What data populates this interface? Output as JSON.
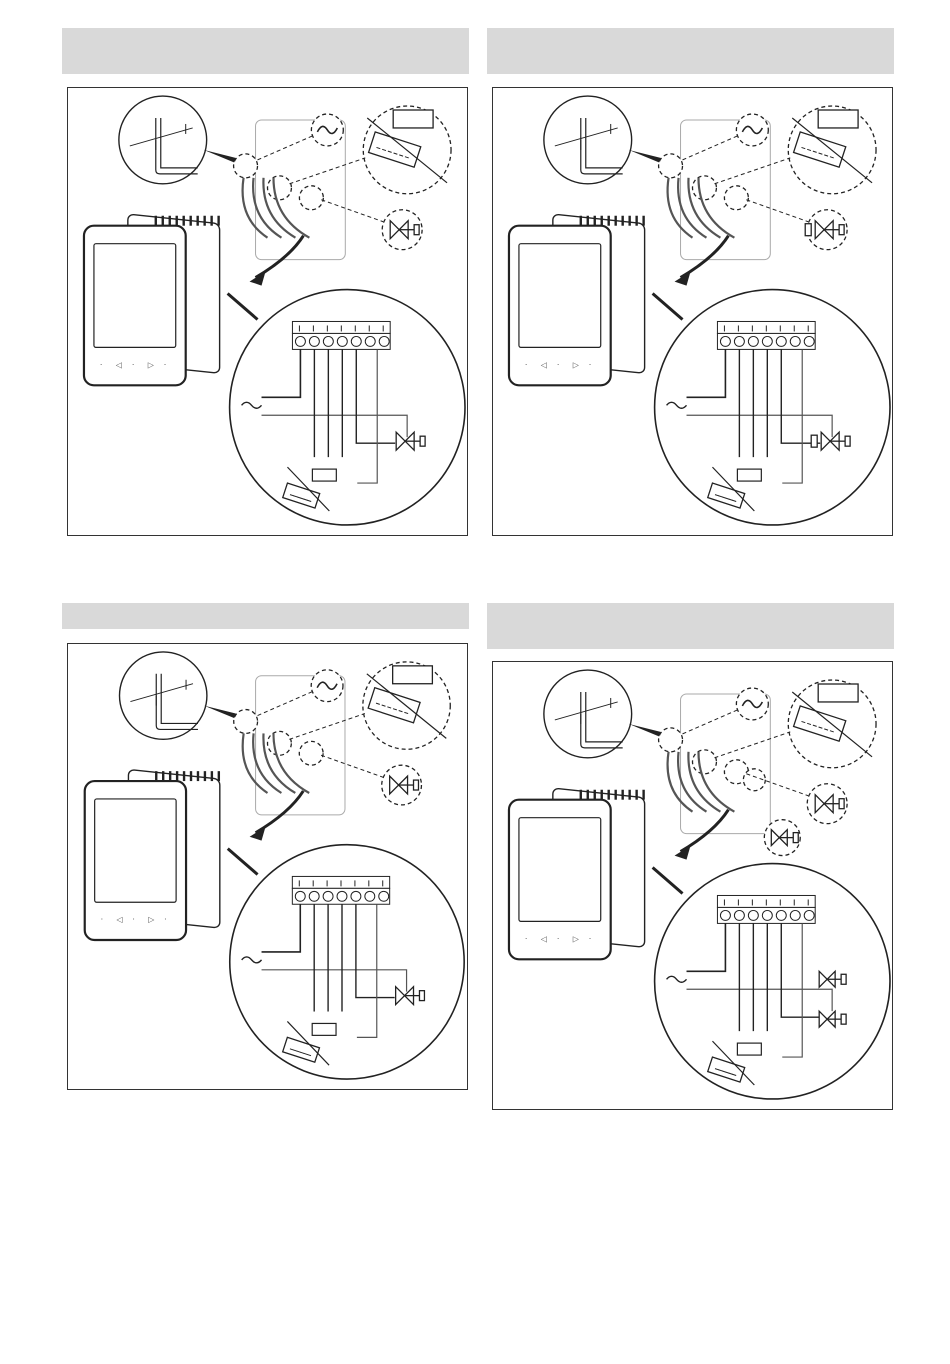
{
  "page": {
    "background": "#ffffff",
    "header_color": "#d9d9d9",
    "line_color": "#222222"
  },
  "panels": [
    {
      "id": "tl",
      "variant": "two-pipe-valve"
    },
    {
      "id": "tr",
      "variant": "two-pipe-3-point-valve"
    },
    {
      "id": "bl",
      "variant": "two-pipe-valve"
    },
    {
      "id": "br",
      "variant": "four-pipe-two-valves"
    }
  ],
  "icons": {
    "ac_symbol": "tilde-ac-icon",
    "fan_unit": "fan-coil-icon",
    "valve": "valve-icon",
    "thermostat": "thermostat-device-icon",
    "strip_gauge": "wire-strip-gauge-icon"
  }
}
